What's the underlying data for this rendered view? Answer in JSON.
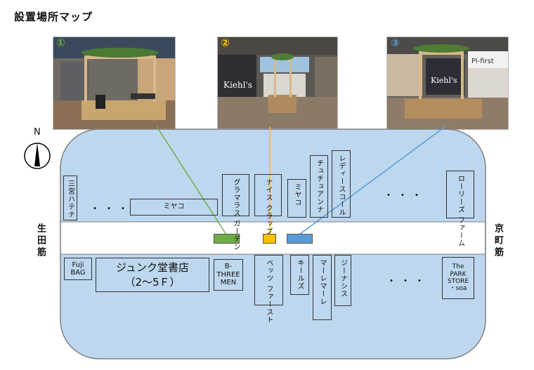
{
  "title": "設置場所マップ",
  "compass": {
    "label": "N"
  },
  "numbers": [
    "①",
    "②",
    "③"
  ],
  "colors": {
    "green": "#70AD47",
    "yellow": "#FFC000",
    "blue": "#5B9BD5",
    "area_fill": "#BDD7EE",
    "area_stroke": "#7F7F7F"
  },
  "streets": {
    "left": "生田筋",
    "right": "京町筋"
  },
  "top_shops": {
    "sannomiya_hatena": "三宮ハテナ",
    "miyako_wide": "ミヤコ",
    "glamorous_garden": "グラマラス ガーデン",
    "nice_claup": "ナイス クラップ",
    "miyako": "ミヤコ",
    "tutuanna": "チュチュアンナ",
    "ladies_coal": "レディースコール",
    "laurie_farm": "ローリーズ ファーム"
  },
  "bottom_shops": {
    "fuji_bag": "Fuji BAG",
    "junkudo": "ジュンク堂書店 （2～5Ｆ）",
    "b_three": "B-THREE MEN",
    "bets_first": "ベッツ ファースト",
    "kiels": "キールズ",
    "mare_mare": "マーレマーレ",
    "jinasis": "ジーナシス",
    "park_store": "The PARK STORE ・soa"
  },
  "ellipsis": "・・・",
  "photo_signs": {
    "kiehls": "Kiehl's",
    "pi_first": "Pi-first"
  }
}
